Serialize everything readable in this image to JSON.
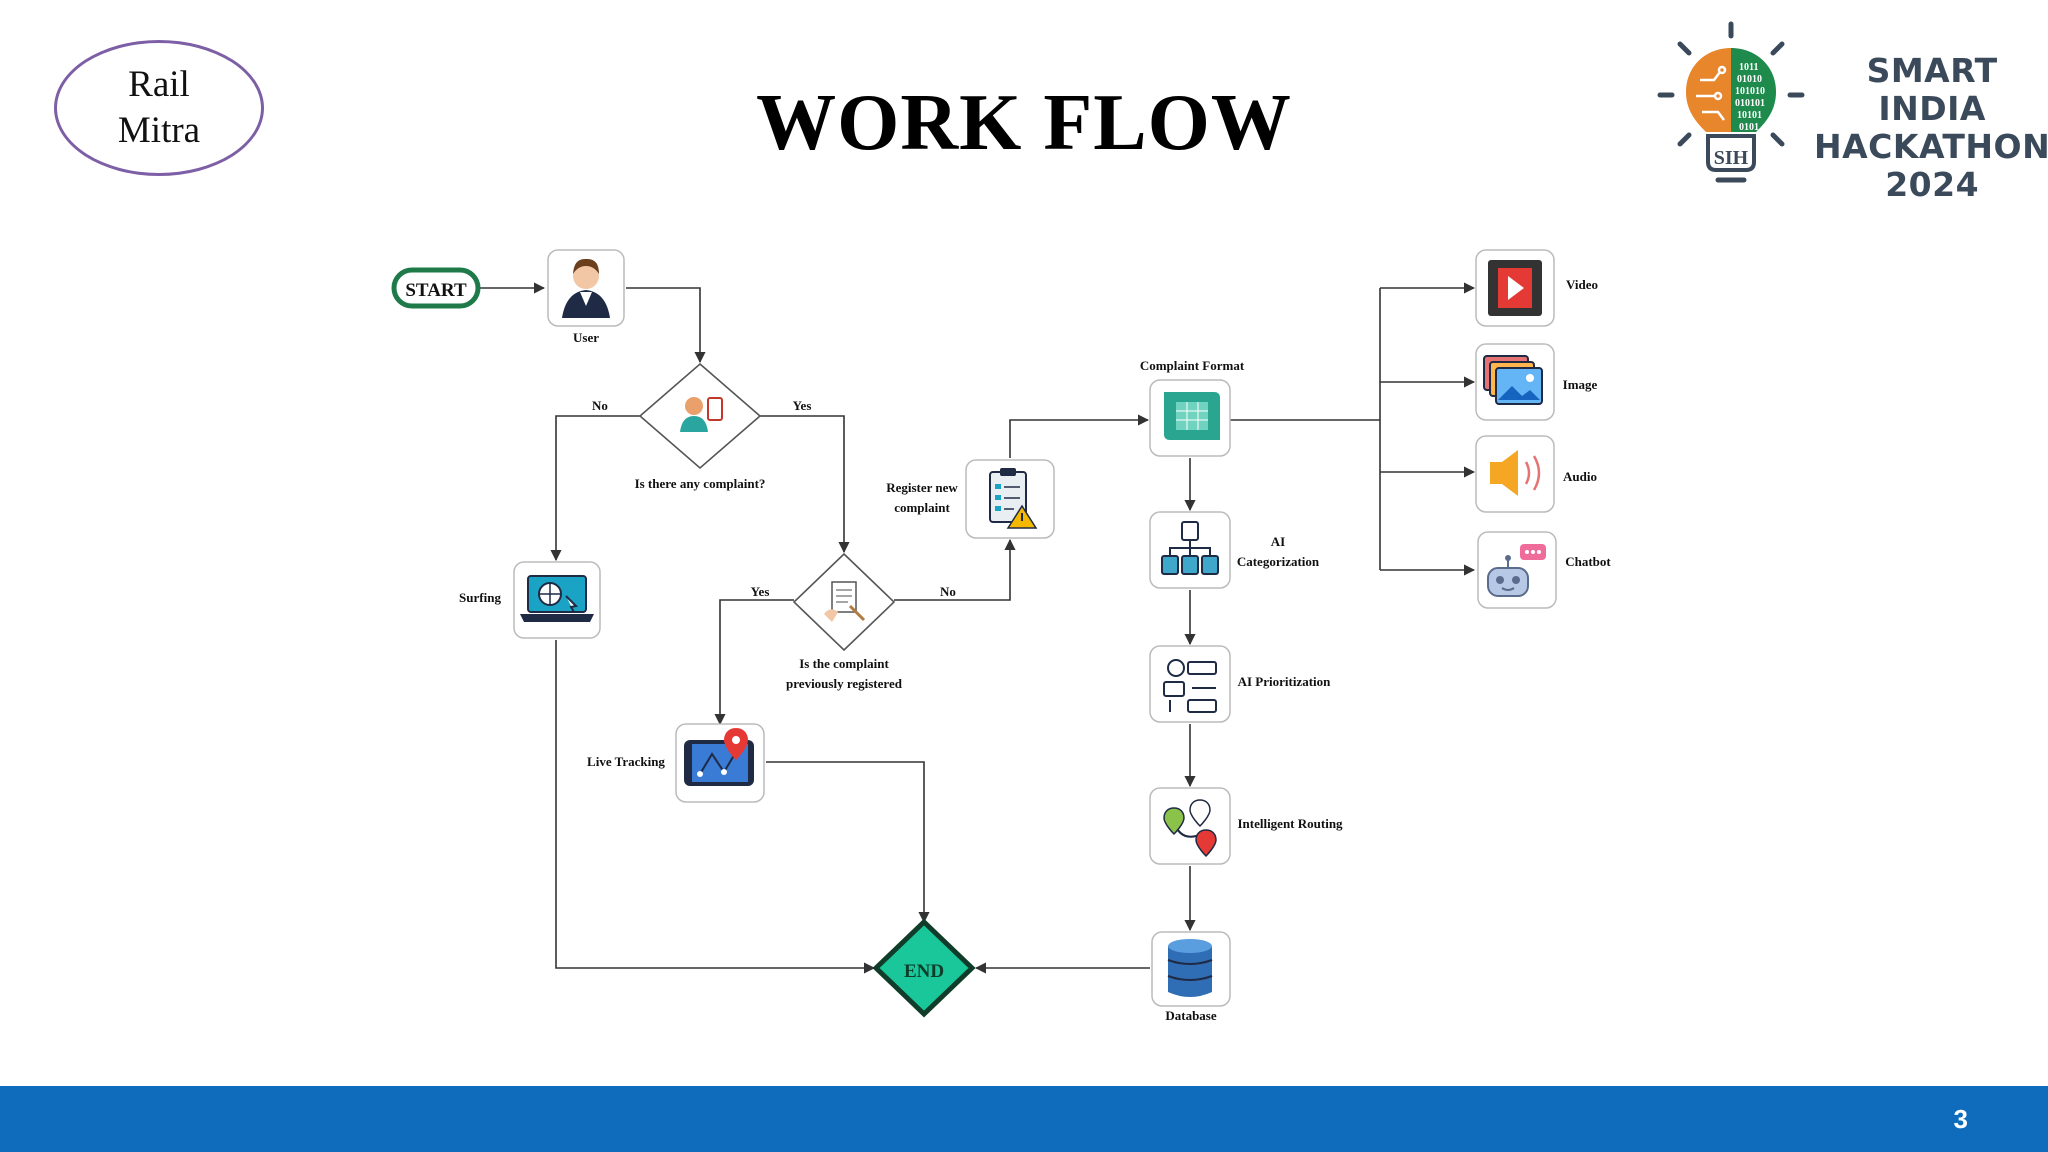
{
  "team": {
    "line1": "Rail",
    "line2": "Mitra"
  },
  "title": "WORK FLOW",
  "logo": {
    "line1": "SMART INDIA",
    "line2": "HACKATHON",
    "line3": "2024",
    "badge": "SIH",
    "brain_bits": [
      "1011",
      "01010",
      "101010",
      "010101",
      "10101",
      "0101"
    ]
  },
  "flow": {
    "start": "START",
    "end": "END",
    "user": "User",
    "decision_complaint": "Is there any complaint?",
    "no": "No",
    "yes": "Yes",
    "surfing": "Surfing",
    "decision_registered_1": "Is the complaint",
    "decision_registered_2": "previously registered",
    "register_1": "Register new",
    "register_2": "complaint",
    "live_tracking": "Live Tracking",
    "complaint_format": "Complaint Format",
    "ai_cat_1": "AI",
    "ai_cat_2": "Categorization",
    "ai_prior": "AI Prioritization",
    "routing": "Intelligent Routing",
    "database": "Database",
    "video": "Video",
    "image": "Image",
    "audio": "Audio",
    "chatbot": "Chatbot"
  },
  "colors": {
    "footer": "#0f6cbd",
    "oval_border": "#7d5fa6",
    "start_green": "#1f7a4a",
    "end_green": "#19c79a",
    "logo_orange": "#e8862c",
    "logo_green": "#1e8a4c"
  },
  "footer": {
    "page_number": "3"
  }
}
